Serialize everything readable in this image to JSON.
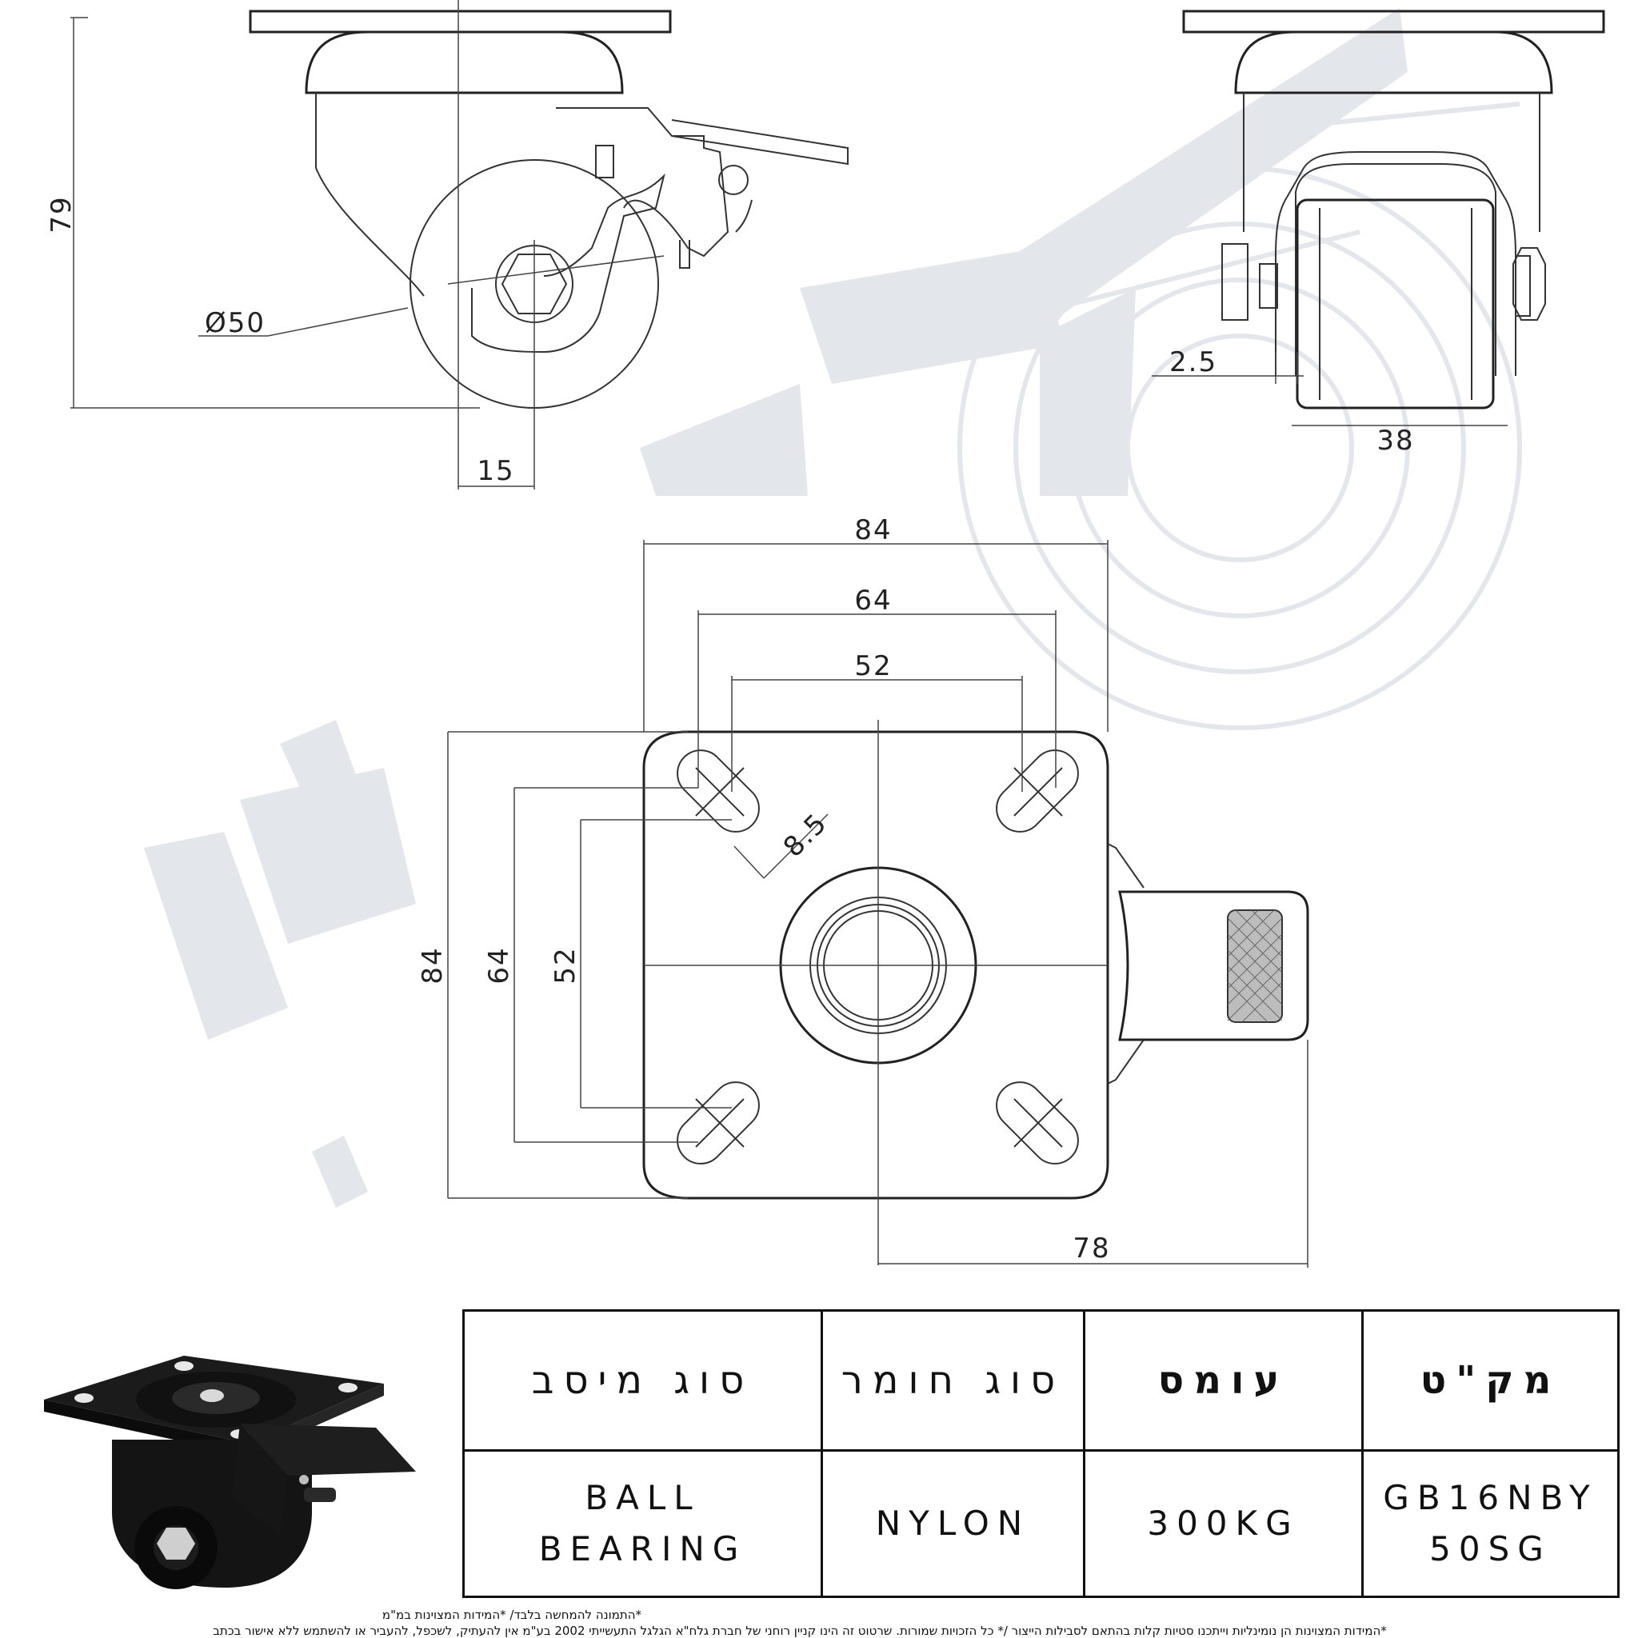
{
  "dimensions": {
    "height_79": "79",
    "diameter_50": "Ø50",
    "offset_15": "15",
    "gap_2_5": "2.5",
    "width_38": "38",
    "plate_84_top": "84",
    "holes_64_top": "64",
    "holes_52_top": "52",
    "slot_8_5": "8.5",
    "plate_84_left": "84",
    "holes_64_left": "64",
    "holes_52_left": "52",
    "brake_78": "78"
  },
  "table": {
    "headers": [
      "סוג מיסב",
      "סוג חומר",
      "עומס",
      "מק\"ט"
    ],
    "values": {
      "bearing_line1": "BALL",
      "bearing_line2": "BEARING",
      "material": "NYLON",
      "load": "300KG",
      "sku_line1": "GB16NBY",
      "sku_line2": "50SG"
    }
  },
  "footnotes": {
    "line1": "*התמונה להמחשה בלבד/ *המידות המצוינות במ\"מ",
    "line2": "*המידות המצוינות הן נומינליות וייתכנו סטיות קלות בהתאם לסבילות הייצור /* כל הזכויות שמורות. שרטוט זה הינו קניין רוחני של חברת גלח\"א הגלגל התעשייתי 2002 בע\"מ אין להעתיק, לשכפל, להעביר או להשתמש ללא אישור בכתב"
  },
  "colors": {
    "line": "#333333",
    "watermark": "#e3e7ec",
    "caster_body": "#151515"
  }
}
